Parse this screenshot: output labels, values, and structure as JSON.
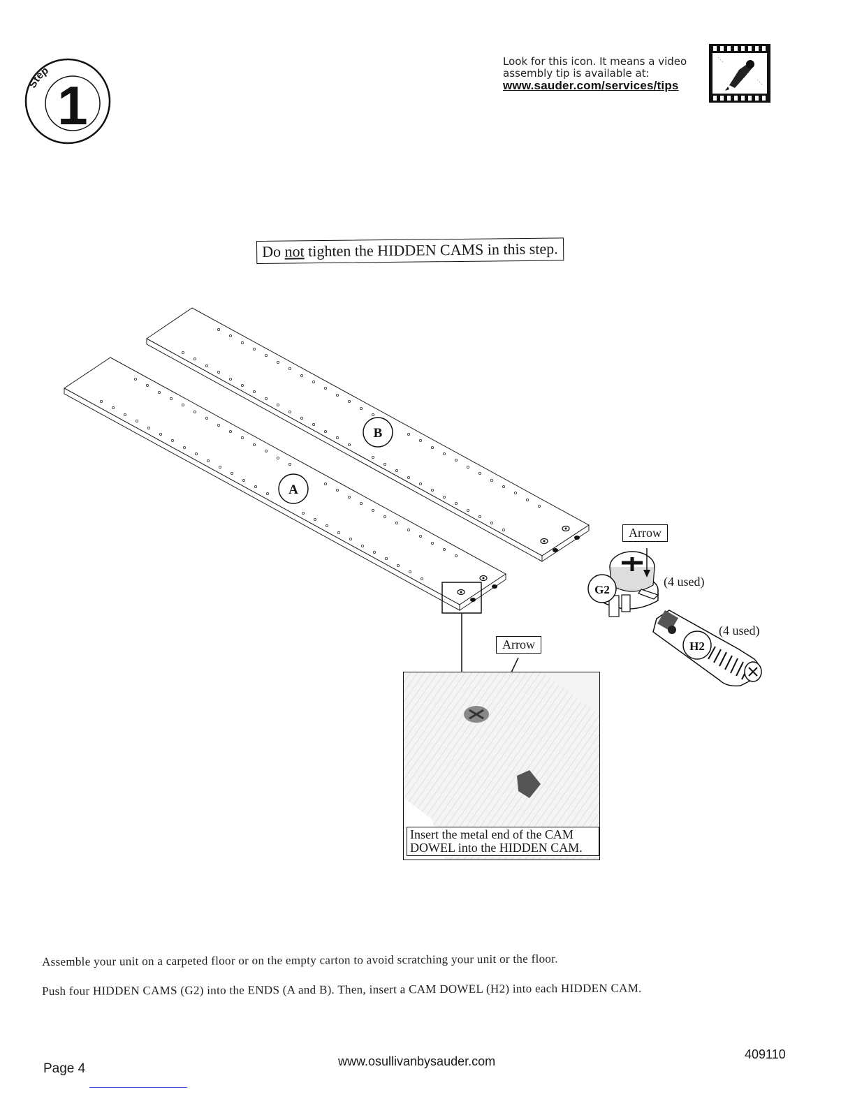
{
  "header": {
    "step_word": "Step",
    "step_number": "1",
    "video_tip": {
      "line1": "Look for this icon. It means a video",
      "line2": "assembly tip is available at:",
      "url": "www.sauder.com/services/tips",
      "icon": "film-strip-video-icon"
    }
  },
  "warning": {
    "before": "Do ",
    "underlined": "not",
    "after": " tighten the HIDDEN CAMS in this step."
  },
  "diagram": {
    "part_a": "A",
    "part_b": "B",
    "part_g2": "G2",
    "part_h2": "H2",
    "arrow_label_1": "Arrow",
    "arrow_label_2": "Arrow",
    "g2_qty": "(4 used)",
    "h2_qty": "(4 used)",
    "inset_caption_line1": "Insert the metal end of the CAM",
    "inset_caption_line2": "DOWEL into the HIDDEN CAM."
  },
  "instructions": [
    "Assemble your unit on a carpeted floor or on the empty carton to avoid scratching your unit or the floor.",
    "Push four HIDDEN CAMS (G2) into the ENDS (A and B). Then, insert a CAM DOWEL (H2) into each HIDDEN CAM."
  ],
  "footer": {
    "page": "Page 4",
    "url": "www.osullivanbysauder.com",
    "code": "409110"
  }
}
